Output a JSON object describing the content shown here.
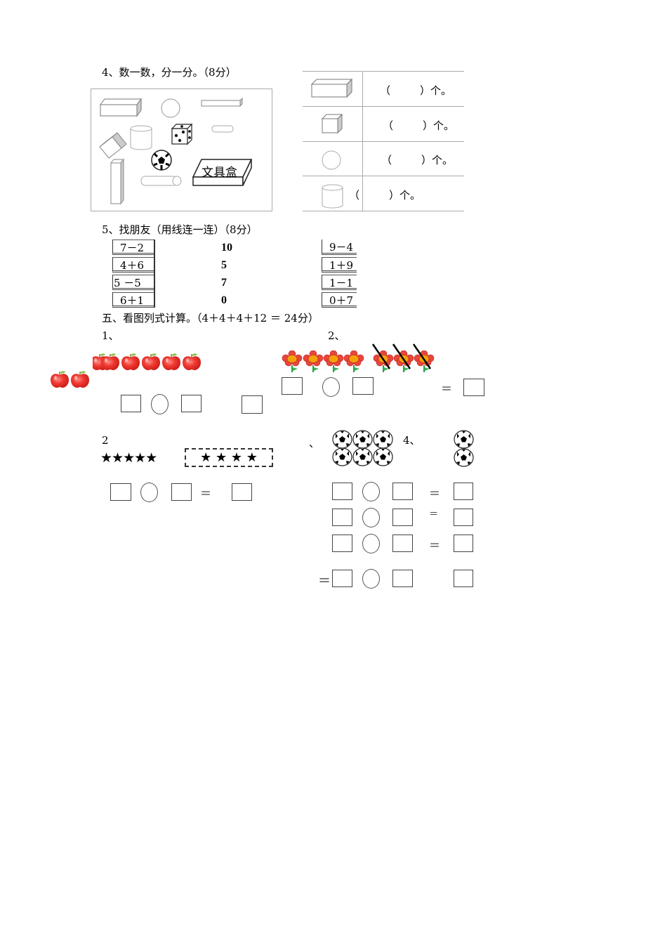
{
  "section4": {
    "title": "4、数一数，分一分。（8分）",
    "stationery_box_label": "文具盒",
    "rows": [
      {
        "shape": "cuboid-long",
        "open": "（",
        "close": "）个。"
      },
      {
        "shape": "cube",
        "open": "（",
        "close": "）个。"
      },
      {
        "shape": "sphere",
        "open": "（",
        "close": "）个。"
      },
      {
        "shape": "cylinder",
        "open": "（",
        "close": "）个。"
      }
    ]
  },
  "section5": {
    "title": "5、找朋友（用线连一连）（8分）",
    "left": [
      "7－2",
      "4＋6",
      "5 －5",
      "6＋1"
    ],
    "middle": [
      "10",
      "5",
      "7",
      "0"
    ],
    "right": [
      "9－4",
      "1＋9",
      "1－1",
      "0＋7"
    ]
  },
  "part5": {
    "title": "五、看图列式计算。（4＋4＋4＋12 ＝ 24分）",
    "q1_label": "1、",
    "q2_label": "2、",
    "q3_label": "2",
    "q3_sep": "、",
    "q4_label": "4、",
    "stars_left": "★★★★★",
    "stars_right": "★ ★ ★ ★",
    "equals": "＝"
  }
}
